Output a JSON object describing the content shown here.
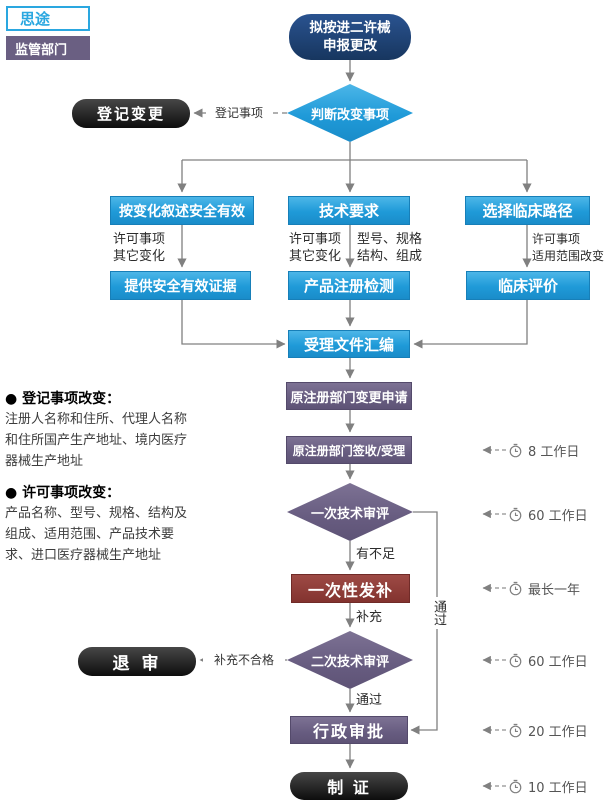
{
  "header": {
    "brand": "思途",
    "badge": "监管部门"
  },
  "flow": {
    "start": "拟按进二许械\n申报更改",
    "decision_change": "判断改变事项",
    "registration_change": "登记变更",
    "edge_registration_items": "登记事项",
    "branch_safety": "按变化叙述安全有效",
    "branch_tech": "技术要求",
    "branch_clinical_path": "选择临床路径",
    "label_branch_safety": "许可事项\n其它变化",
    "label_branch_tech_left": "许可事项\n其它变化",
    "label_branch_tech_right": "型号、规格\n结构、组成",
    "label_branch_clinical": "许可事项\n适用范围改变",
    "safety_evidence": "提供安全有效证据",
    "product_testing": "产品注册检测",
    "clinical_evaluation": "临床评价",
    "document_compilation": "受理文件汇编",
    "change_application": "原注册部门变更申请",
    "acceptance": "原注册部门签收/受理",
    "first_review": "一次技术审评",
    "label_insufficient": "有不足",
    "one_time_supplement": "一次性发补",
    "label_supplement": "补充",
    "second_review": "二次技术审评",
    "reject": "退 审",
    "edge_supplement_fail": "补充不合格",
    "label_pass": "通过",
    "label_pass_bypass": "通过",
    "administrative_approval": "行政审批",
    "certificate": "制 证"
  },
  "notes": {
    "registration_title": "● 登记事项改变：",
    "registration_body": "注册人名称和住所、代理人名称\n和住所国产生产地址、境内医疗\n器械生产地址",
    "license_title": "● 许可事项改变：",
    "license_body": "产品名称、型号、规格、结构及\n组成、适用范围、产品技术要\n求、进口医疗器械生产地址"
  },
  "timeline": [
    {
      "icon": "clock-icon",
      "label": "8 工作日"
    },
    {
      "icon": "clock-icon",
      "label": "60 工作日"
    },
    {
      "icon": "clock-icon",
      "label": "最长一年"
    },
    {
      "icon": "clock-icon",
      "label": "60 工作日"
    },
    {
      "icon": "clock-icon",
      "label": "20 工作日"
    },
    {
      "icon": "clock-icon",
      "label": "10 工作日"
    }
  ],
  "colors": {
    "process_blue": "#2aa7e0",
    "start_navy": "#1c3f70",
    "department_purple": "#6a5f82",
    "supplement_maroon": "#8e3b3b",
    "terminal_black": "#1c1c1c",
    "connector_gray": "#808080"
  }
}
